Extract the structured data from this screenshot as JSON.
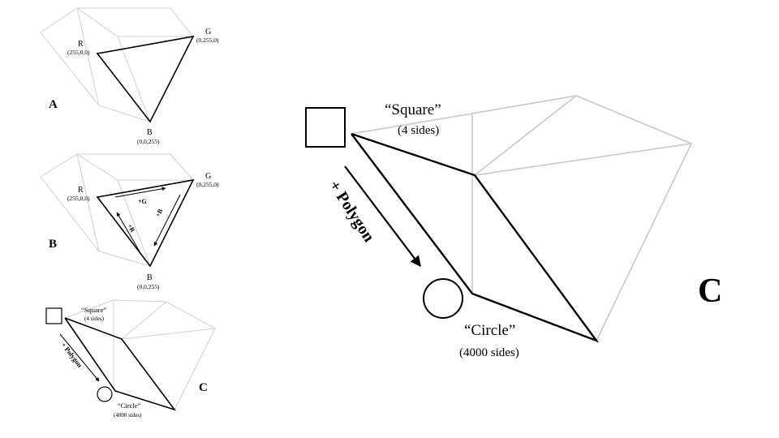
{
  "panel_a": {
    "label": "A",
    "vertex_r": {
      "name": "R",
      "rgb": "(255,0,0)"
    },
    "vertex_g": {
      "name": "G",
      "rgb": "(0,255,0)"
    },
    "vertex_b": {
      "name": "B",
      "rgb": "(0,0,255)"
    }
  },
  "panel_b": {
    "label": "B",
    "vertex_r": {
      "name": "R",
      "rgb": "(255,0,0)"
    },
    "vertex_g": {
      "name": "G",
      "rgb": "(0,255,0)"
    },
    "vertex_b": {
      "name": "B",
      "rgb": "(0,0,255)"
    },
    "arrow_g": "+G",
    "arrow_b": "+B",
    "arrow_r": "+R"
  },
  "panel_c": {
    "label": "C",
    "square_label": "“Square”",
    "square_sides": "(4 sides)",
    "circle_label": "“Circle”",
    "circle_sides": "(4000 sides)",
    "arrow_label": "+ Polygon"
  },
  "colors": {
    "cube_edges": "#d0d0d0",
    "highlight_edges": "#000000"
  }
}
